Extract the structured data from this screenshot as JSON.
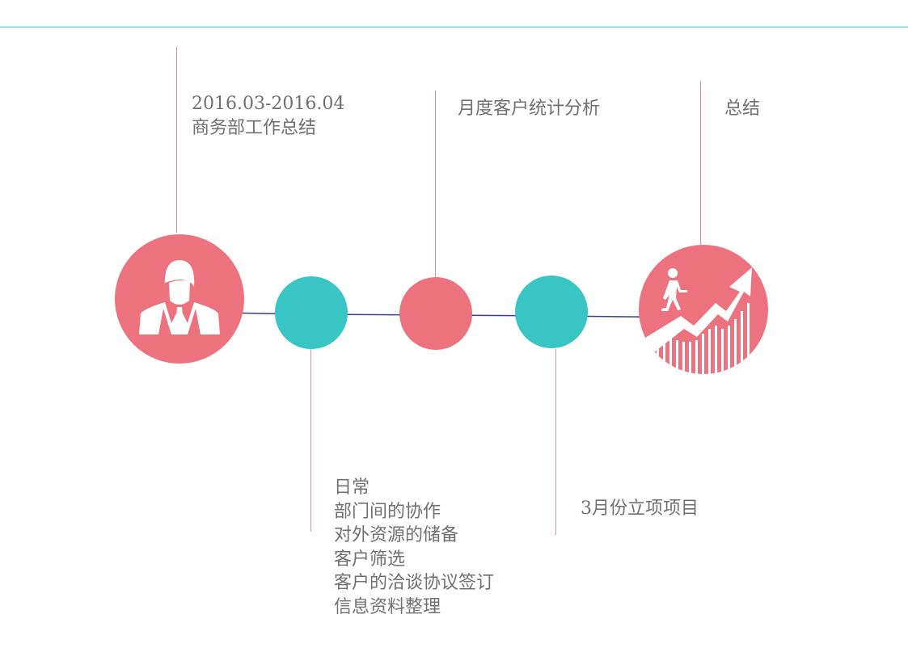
{
  "colors": {
    "accent_pink": "#ec727d",
    "accent_teal": "#3ac5c5",
    "connector": "#3b3b9c"
  },
  "header": {
    "date_range": "2016.03-2016.04",
    "title": "商务部工作总结"
  },
  "milestones": [
    {
      "icon": "businessman-icon",
      "label": "商务部工作总结"
    },
    {
      "label": "日常",
      "items": [
        "部门间的协作",
        "对外资源的储备",
        "客户筛选",
        "客户的洽谈协议签订",
        "信息资料整理"
      ]
    },
    {
      "label": "月度客户统计分析"
    },
    {
      "label": "3月份立项项目"
    },
    {
      "icon": "growth-chart-icon",
      "label": "总结"
    }
  ]
}
